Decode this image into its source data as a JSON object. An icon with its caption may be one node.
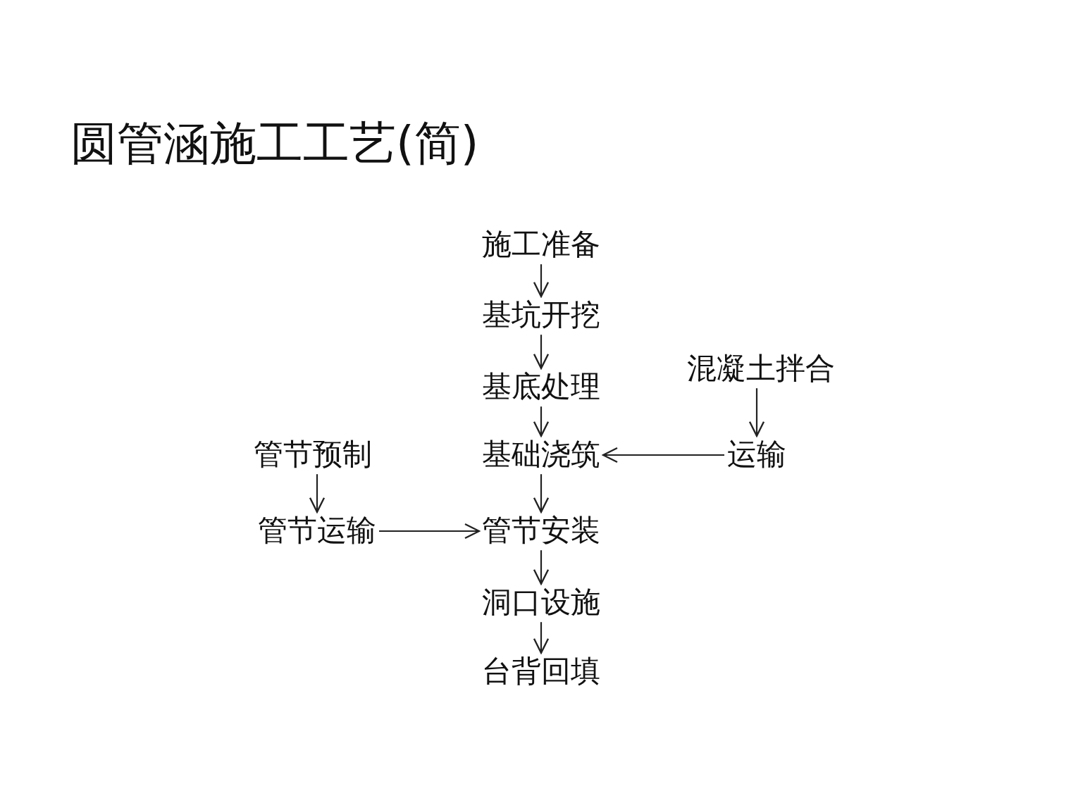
{
  "diagram": {
    "title": "圆管涵施工工艺(简)",
    "nodes": [
      {
        "text": [
          "施工准备"
        ]
      },
      {
        "text": [
          "基坑开挖"
        ]
      },
      {
        "text": [
          "基底处理"
        ]
      },
      {
        "text": [
          "混凝土拌合"
        ]
      },
      {
        "text": [
          "管节预制"
        ]
      },
      {
        "text": [
          "基础浇筑"
        ]
      },
      {
        "text": [
          "运输"
        ]
      },
      {
        "text": [
          "管节运输"
        ]
      },
      {
        "text": [
          "管节安装"
        ]
      },
      {
        "text": [
          "洞口设施"
        ]
      },
      {
        "text": [
          "台背回填"
        ]
      }
    ],
    "edges": [
      {
        "from": 0,
        "to": 1,
        "arrow": "to"
      },
      {
        "from": 1,
        "to": 2,
        "arrow": "to"
      },
      {
        "from": 2,
        "to": 5,
        "arrow": "to"
      },
      {
        "from": 5,
        "to": 8,
        "arrow": "to"
      },
      {
        "from": 8,
        "to": 9,
        "arrow": "to"
      },
      {
        "from": 9,
        "to": 10,
        "arrow": "to"
      },
      {
        "from": 3,
        "to": 6,
        "arrow": "to"
      },
      {
        "from": 6,
        "to": 5,
        "arrow": "to"
      },
      {
        "from": 4,
        "to": 7,
        "arrow": "to"
      },
      {
        "from": 7,
        "to": 8,
        "arrow": "to"
      }
    ]
  }
}
